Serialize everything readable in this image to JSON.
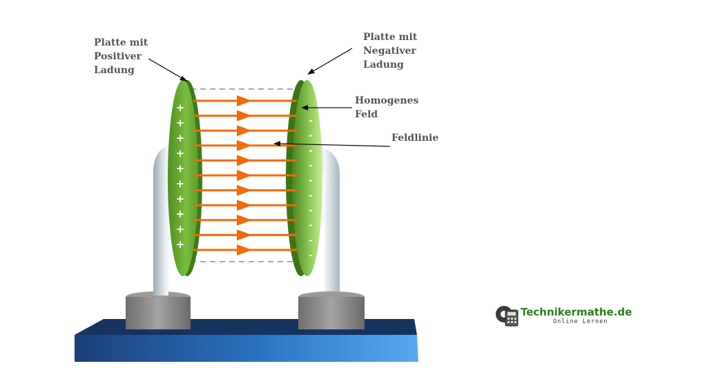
{
  "labels": {
    "plate_positive": "Platte mit\nPositiver\nLadung",
    "plate_negative": "Platte mit\nNegativer\nLadung",
    "homogeneous_field": "Homogenes\nFeld",
    "field_line": "Feldlinie"
  },
  "signs": {
    "positive": "+",
    "negative": "-"
  },
  "field_line_count": 11,
  "charge_count": 10,
  "colors": {
    "plate": "#6fb53a",
    "field_line": "#f26a0a",
    "base": "#2b74c2",
    "pillar": "#c9d6dc",
    "foot": "#808080",
    "label_text": "#555555"
  },
  "logo": {
    "main": "Technikermathe.de",
    "sub": "Online Lernen"
  }
}
